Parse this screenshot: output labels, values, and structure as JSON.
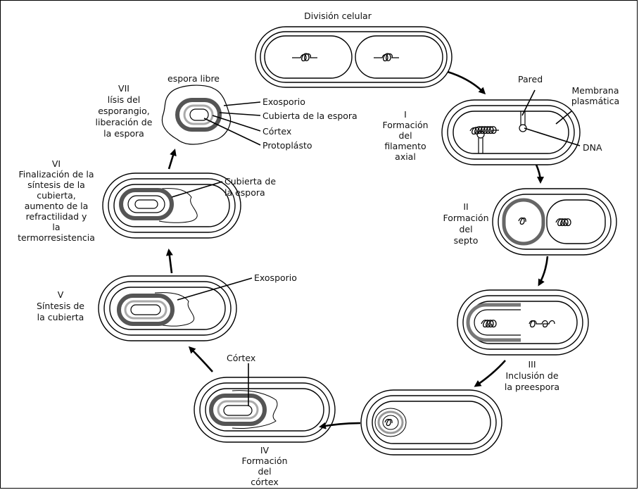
{
  "title": "División celular",
  "stages": [
    {
      "num": "I",
      "lines": [
        "Formación",
        "del",
        "filamento",
        "axial"
      ]
    },
    {
      "num": "II",
      "lines": [
        "Formación",
        "del",
        "septo"
      ]
    },
    {
      "num": "III",
      "lines": [
        "Inclusión de",
        "la preespora"
      ]
    },
    {
      "num": "IV",
      "lines": [
        "Formación",
        "del",
        "córtex"
      ]
    },
    {
      "num": "V",
      "lines": [
        "Síntesis de",
        "la cubierta"
      ]
    },
    {
      "num": "VI",
      "lines": [
        "Finalización de la",
        "síntesis de la",
        "cubierta,",
        "aumento de la",
        "refractilidad y",
        "la",
        "termorresistencia"
      ]
    },
    {
      "num": "VII",
      "lines": [
        "lísis del",
        "esporangio,",
        "liberación de",
        "la espora"
      ]
    }
  ],
  "labels": {
    "pared": "Pared",
    "membrana": [
      "Membrana",
      "plasmática"
    ],
    "dna": "DNA",
    "espora_libre": "espora libre",
    "exosporio": "Exosporio",
    "cubierta_espora": "Cubierta de la espora",
    "cortex": "Córtex",
    "protoplasto": "Protoplásto",
    "cubierta_de": [
      "Cubierta de",
      "la espora"
    ],
    "exosporio_v": "Exosporio",
    "cortex_iv": "Córtex"
  }
}
